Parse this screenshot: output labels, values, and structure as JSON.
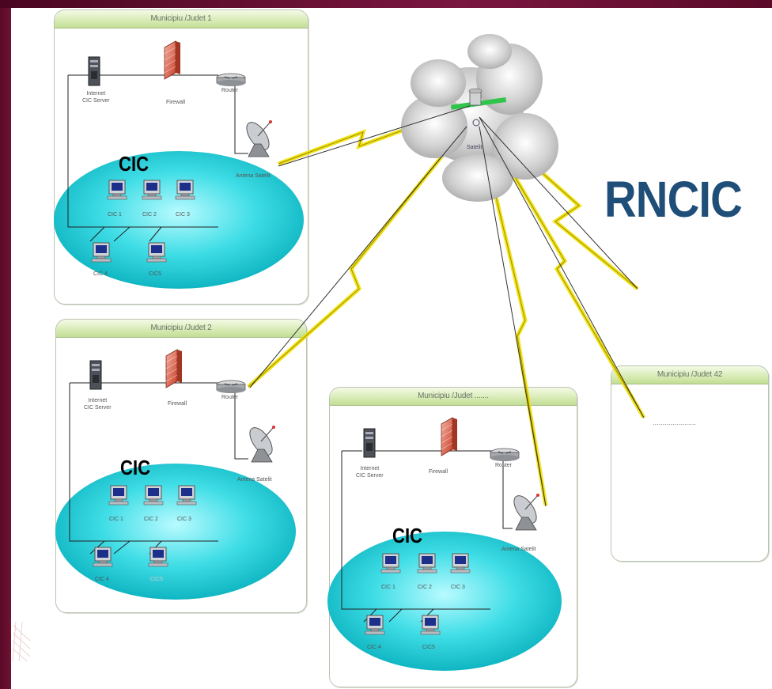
{
  "title": "RNCIC",
  "cloud_label": "Satelit",
  "panels": [
    {
      "header": "Municipiu /Judet 1",
      "cic_title": "CIC",
      "server_label_1": "Internet",
      "server_label_2": "CIC Server",
      "firewall_label": "Firewall",
      "router_label": "Router",
      "antenna_label": "Antena Satelit",
      "pcs": [
        "CIC 1",
        "CIC 2",
        "CIC 3",
        "CIC 4",
        "CIC5"
      ]
    },
    {
      "header": "Municipiu /Judet 2",
      "cic_title": "CIC",
      "server_label_1": "Internet",
      "server_label_2": "CIC Server",
      "firewall_label": "Firewall",
      "router_label": "Router",
      "antenna_label": "Antena Satelit",
      "pcs": [
        "CIC 1",
        "CIC 2",
        "CIC 3",
        "CIC 4",
        "CIC5"
      ]
    },
    {
      "header": "Municipiu /Judet .......",
      "cic_title": "CIC",
      "server_label_1": "Internet",
      "server_label_2": "CIC Server",
      "firewall_label": "Firewall",
      "router_label": "Router",
      "antenna_label": "Antena Satelit",
      "pcs": [
        "CIC 1",
        "CIC 2",
        "CIC 3",
        "CIC 4",
        "CIC5"
      ]
    },
    {
      "header": "Municipiu /Judet 42",
      "placeholder": "......................"
    }
  ],
  "colors": {
    "accent_title": "#1f4e79",
    "cic_blob": "#14c6cf",
    "lightning": "#ffff33",
    "panel_header": "#c2de94",
    "background_band": "#5b0a28"
  }
}
